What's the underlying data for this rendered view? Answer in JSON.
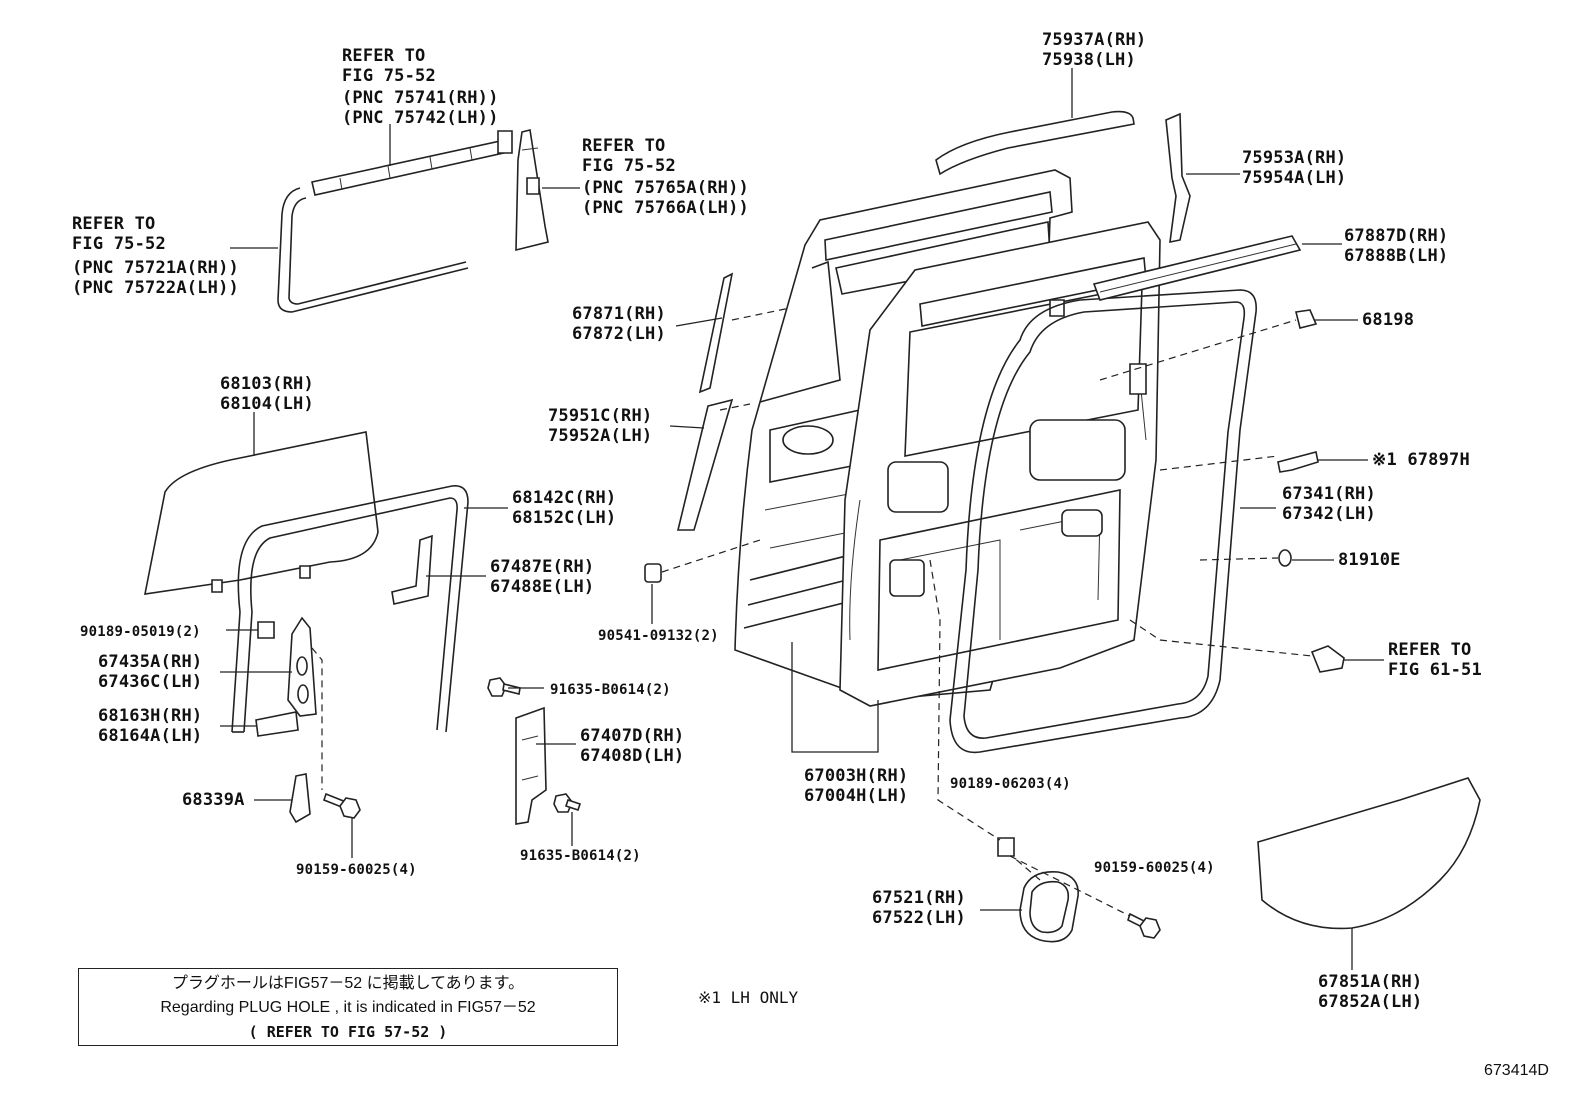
{
  "labels": {
    "refer_a_l1": "REFER TO",
    "refer_a_l2": "FIG 75-52",
    "pnc_75741": "(PNC 75741(RH))",
    "pnc_75742": "(PNC 75742(LH))",
    "refer_b_l1": "REFER TO",
    "refer_b_l2": "FIG 75-52",
    "pnc_75765a": "(PNC 75765A(RH))",
    "pnc_75766a": "(PNC 75766A(LH))",
    "refer_c_l1": "REFER TO",
    "refer_c_l2": "FIG 75-52",
    "pnc_75721a": "(PNC 75721A(RH))",
    "pnc_75722a": "(PNC 75722A(LH))",
    "p75937a": "75937A(RH)",
    "p75938": "75938(LH)",
    "p75953a": "75953A(RH)",
    "p75954a": "75954A(LH)",
    "p67887d": "67887D(RH)",
    "p67888b": "67888B(LH)",
    "p67871": "67871(RH)",
    "p67872": "67872(LH)",
    "p68198": "68198",
    "p68103": "68103(RH)",
    "p68104": "68104(LH)",
    "p75951c": "75951C(RH)",
    "p75952a": "75952A(LH)",
    "p67897h": "※1 67897H",
    "p68142c": "68142C(RH)",
    "p68152c": "68152C(LH)",
    "p67341": "67341(RH)",
    "p67342": "67342(LH)",
    "p67487e": "67487E(RH)",
    "p67488e": "67488E(LH)",
    "p81910e": "81910E",
    "p90541": "90541-09132(2)",
    "p90189_05019": "90189-05019(2)",
    "refer_d_l1": "REFER TO",
    "refer_d_l2": "FIG 61-51",
    "p67435a": "67435A(RH)",
    "p67436c": "67436C(LH)",
    "p91635_top": "91635-B0614(2)",
    "p68163h": "68163H(RH)",
    "p68164a": "68164A(LH)",
    "p67407d": "67407D(RH)",
    "p67408d": "67408D(LH)",
    "p67003h": "67003H(RH)",
    "p67004h": "67004H(LH)",
    "p68339a": "68339A",
    "p90189_06203": "90189-06203(4)",
    "p91635_bottom": "91635-B0614(2)",
    "p90159_left": "90159-60025(4)",
    "p90159_right": "90159-60025(4)",
    "p67521": "67521(RH)",
    "p67522": "67522(LH)",
    "p67851a": "67851A(RH)",
    "p67852a": "67852A(LH)"
  },
  "note": {
    "line_jp": "プラグホールはFIG57－52 に掲載してあります。",
    "line_en": "Regarding PLUG HOLE , it is indicated in FIG57－52",
    "line_refer": "( REFER TO FIG 57-52 )"
  },
  "footnote": "※1 LH ONLY",
  "figure_id": "673414D"
}
